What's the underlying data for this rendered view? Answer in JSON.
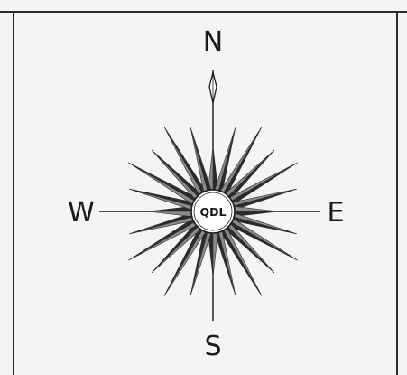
{
  "compass": {
    "north": "N",
    "south": "S",
    "east": "E",
    "west": "W",
    "center_label": "QDL",
    "point_count": 24
  },
  "colors": {
    "background": "#f4f4f2",
    "frame": "#2a2a2a",
    "ink": "#1a1a1a",
    "ray_dark": "#2b2b2b",
    "ray_light": "#8a8a8a"
  }
}
